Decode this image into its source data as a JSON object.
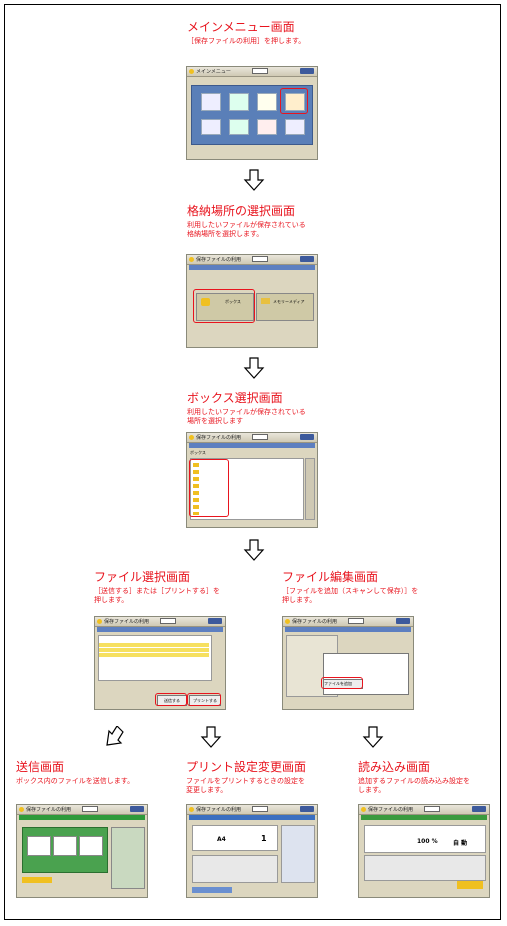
{
  "steps": {
    "main_menu": {
      "title": "メインメニュー画面",
      "desc": [
        "［保存ファイルの利用］を押します。"
      ]
    },
    "location": {
      "title": "格納場所の選択画面",
      "desc": [
        "利用したいファイルが保存されている",
        "格納場所を選択します。"
      ]
    },
    "box": {
      "title": "ボックス選択画面",
      "desc": [
        "利用したいファイルが保存されている",
        "場所を選択します"
      ]
    },
    "file_select": {
      "title": "ファイル選択画面",
      "desc": [
        "［送信する］または［プリントする］を",
        "押します。"
      ]
    },
    "file_edit": {
      "title": "ファイル編集画面",
      "desc": [
        "［ファイルを追加（スキャンして保存）］を",
        "押します。"
      ]
    },
    "send": {
      "title": "送信画面",
      "desc": [
        "ボックス内のファイルを送信します。"
      ]
    },
    "print": {
      "title": "プリント設定変更画面",
      "desc": [
        "ファイルをプリントするときの設定を",
        "変更します。"
      ]
    },
    "scan": {
      "title": "読み込み画面",
      "desc": [
        "追加するファイルの読み込み設定を",
        "します。"
      ]
    }
  },
  "screens": {
    "main_menu": {
      "bar": "メインメニュー"
    },
    "location": {
      "bar": "保存ファイルの利用",
      "option1": "ボックス",
      "option2": "メモリーメディア"
    },
    "box": {
      "bar": "保存ファイルの利用",
      "col": "ボックス"
    },
    "file_select": {
      "bar": "保存ファイルの利用",
      "send_btn": "送信する",
      "print_btn": "プリントする"
    },
    "file_edit": {
      "bar": "保存ファイルの利用",
      "add_btn": "ファイルを追加"
    },
    "send": {
      "bar": "保存ファイルの利用"
    },
    "print": {
      "bar": "保存ファイルの利用",
      "paper": "A4",
      "copies": "1"
    },
    "scan": {
      "bar": "保存ファイルの利用",
      "ratio": "100 %",
      "mode": "自 動"
    }
  }
}
